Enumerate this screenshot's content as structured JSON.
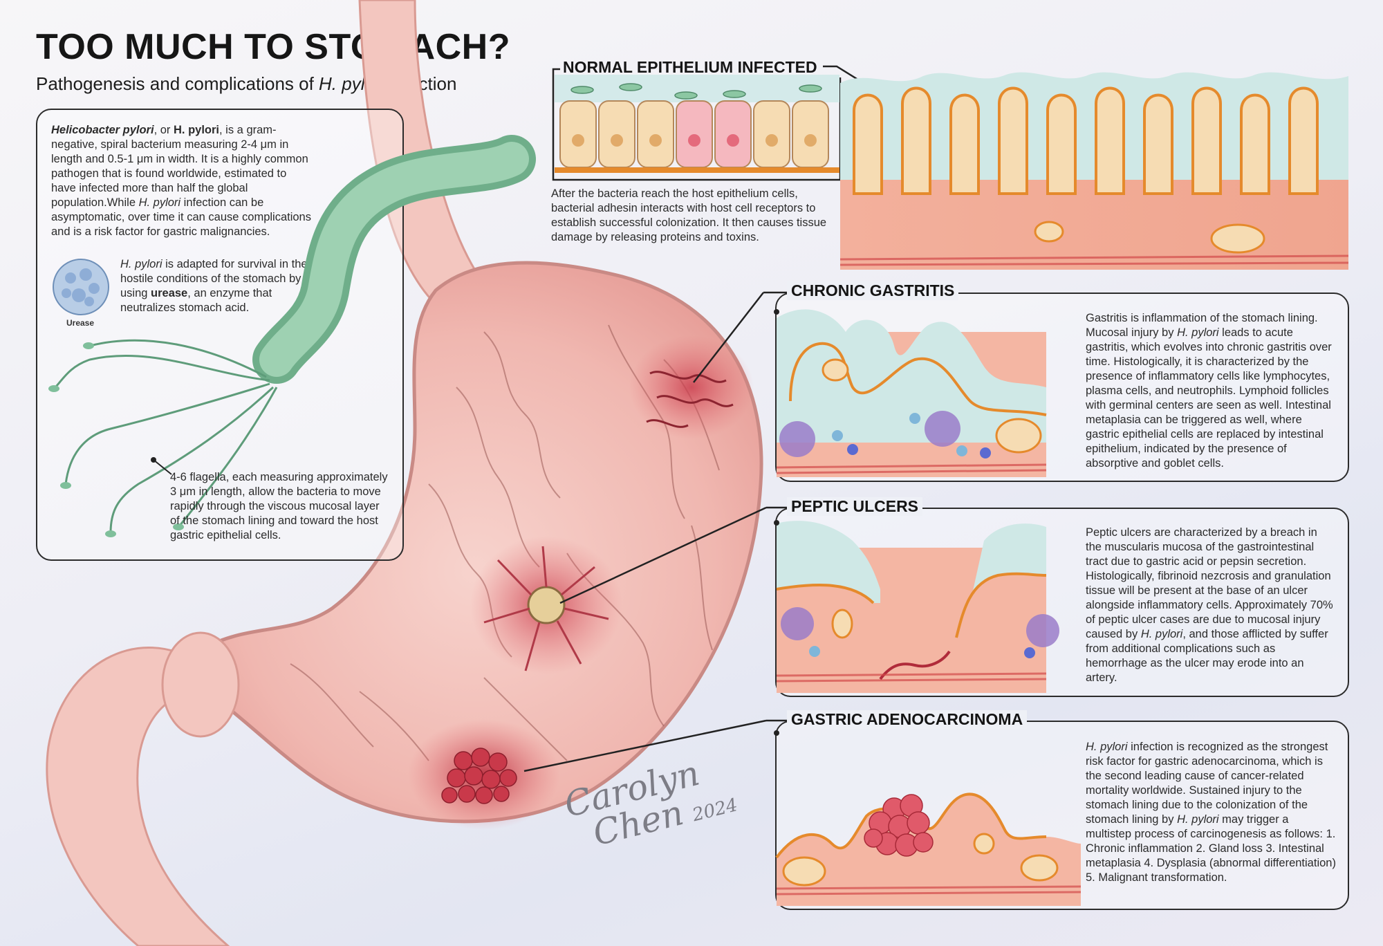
{
  "header": {
    "title": "TOO MUCH TO STOMACH?",
    "subtitle_prefix": "Pathogenesis and complications of ",
    "subtitle_italic": "H. pylori",
    "subtitle_suffix": " infection"
  },
  "intro_panel": {
    "p1_bold1": "Helicobacter pylori",
    "p1_mid": ", or ",
    "p1_bold2": "H. pylori",
    "p1_rest": ", is a gram-negative, spiral bacterium measuring 2-4 μm in length and 0.5-1 μm in width. It is a highly common pathogen that is found worldwide, estimated to have infected more than half the global population.While ",
    "p1_italic": "H. pylori",
    "p1_end": " infection can be asymptomatic, over time it can cause complications and is a risk factor for gastric malignancies.",
    "p2_italic": "H. pylori",
    "p2_mid": " is adapted for survival in the hostile conditions of the stomach by using ",
    "p2_bold": "urease",
    "p2_end": ", an enzyme that neutralizes stomach acid.",
    "urease_label": "Urease",
    "flagella_text": "4-6 flagella, each measuring approximately 3 μm in length, allow the bacteria to move rapidly through the viscous mucosal layer of the stomach lining and toward the host gastric epithelial cells."
  },
  "normal_epithelium": {
    "heading": "NORMAL EPITHELIUM INFECTED",
    "text": "After the bacteria reach the host epithelium cells, bacterial adhesin interacts with host cell receptors to establish successful colonization. It then causes tissue damage by releasing proteins and toxins."
  },
  "chronic_gastritis": {
    "heading": "CHRONIC GASTRITIS",
    "t1": "Gastritis is inflammation of the stomach lining. Mucosal injury by ",
    "t_italic": "H. pylori",
    "t2": " leads to acute gastritis, which evolves into chronic gastritis over time. Histologically, it is characterized by the presence of inflammatory cells like lymphocytes, plasma cells, and neutrophils. Lymphoid follicles with germinal centers are seen as well. Intestinal metaplasia can be triggered as well, where gastric epithelial cells are replaced by intestinal epithelium, indicated by the presence of absorptive and goblet cells."
  },
  "peptic_ulcers": {
    "heading": "PEPTIC ULCERS",
    "t1": "Peptic ulcers are characterized by a breach in the muscularis mucosa of the gastrointestinal tract due to gastric acid or pepsin secretion. Histologically, fibrinoid nezcrosis and granulation tissue will be present at the base of an ulcer alongside inflammatory cells. Approximately 70% of peptic ulcer cases are due to mucosal injury caused by ",
    "t_italic": "H. pylori",
    "t2": ", and those afflicted by suffer from additional complications such as hemorrhage as the ulcer may erode into an artery."
  },
  "adenocarcinoma": {
    "heading": "GASTRIC ADENOCARCINOMA",
    "t_italic1": "H. pylori",
    "t1": " infection is recognized as the strongest risk factor for gastric adenocarcinoma, which is the second leading cause of cancer-related mortality worldwide. Sustained injury to the stomach lining due to the colonization of the stomach lining by ",
    "t_italic2": "H. pylori",
    "t2": " may trigger a multistep process of carcinogenesis as follows: 1. Chronic inflammation 2. Gland loss 3. Intestinal metaplasia 4. Dysplasia (abnormal differentiation) 5. Malignant transformation."
  },
  "signature": {
    "name_line1": "Carolyn",
    "name_line2": "Chen",
    "year": "2024"
  },
  "colors": {
    "tissue": "#f2b6a2",
    "mucus": "#cfe8e6",
    "membrane": "#e58a2c",
    "bacterium": "#8cc7a3",
    "stomach": "#f1b9b4",
    "lymph": "#9a7cc9"
  }
}
